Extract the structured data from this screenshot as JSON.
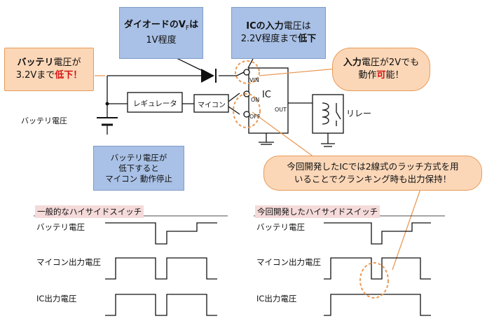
{
  "callouts": {
    "vf": {
      "line1_bold": "ダイオードのV",
      "line1_sub": "F",
      "line1_tail": "は",
      "line2": "1V程度"
    },
    "ic_input": {
      "line1_bold": "ICの入力",
      "line1_tail": "電圧は",
      "line2_a": "2.2V程度まで",
      "line2_b": "低下"
    },
    "battery_drop": {
      "line1_bold": "バッテリ",
      "line1_tail": "電圧が",
      "line2_a": "3.2Vまで",
      "line2_b": "低下！"
    },
    "operable": {
      "line1_bold": "入力",
      "line1_tail": "電圧が2Vでも",
      "line2_a": "動作",
      "line2_b": "可",
      "line2_c": "能！"
    },
    "mcu_stop": {
      "line1": "バッテリ電圧が",
      "line2": "低下すると",
      "line3": "マイコン 動作停止"
    },
    "latch": {
      "line1": "今回開発したICでは2線式のラッチ方式を用",
      "line2": "いることでクランキング時も出力保持！"
    }
  },
  "circuit": {
    "regulator": "レギュレータ",
    "mcu": "マイコン",
    "ic": "IC",
    "pin_vin": "VIN",
    "pin_on": "ON",
    "pin_off": "OFF",
    "pin_out": "OUT",
    "relay": "リレー",
    "battery_voltage": "バッテリ電圧"
  },
  "timing": {
    "left_title": "一般的なハイサイドスイッチ",
    "right_title": "今回開発したハイサイドスイッチ",
    "row_battery": "バッテリ電圧",
    "row_mcu": "マイコン出力電圧",
    "row_ic": "IC出力電圧"
  },
  "colors": {
    "callout_blue": "#a9c1e6",
    "callout_orange": "#fbd7b8",
    "orange_outline": "#e99a57",
    "highlight_red": "#d41414",
    "title_band": "#f5dada"
  }
}
